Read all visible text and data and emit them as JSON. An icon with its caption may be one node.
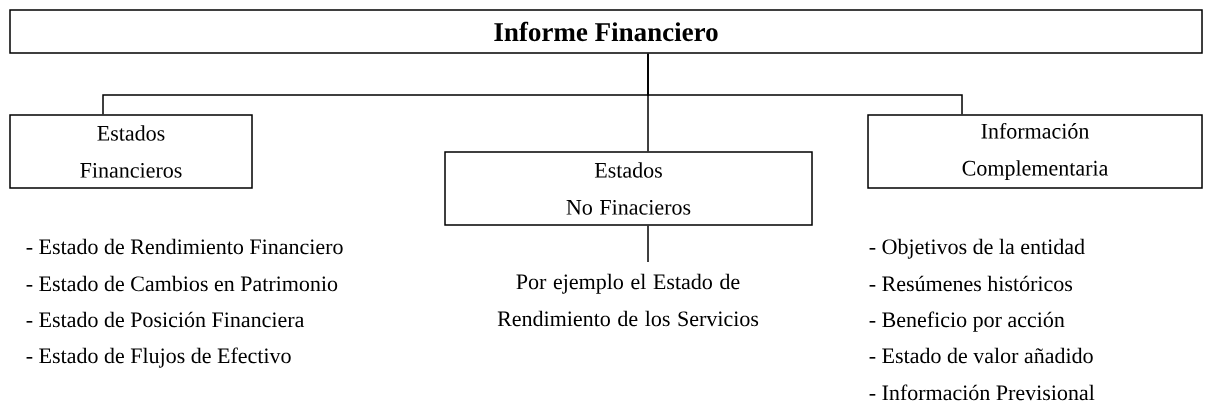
{
  "diagram": {
    "nodes": [
      {
        "text": [
          "Informe Financiero"
        ]
      },
      {
        "text": [
          "Estados Financieros"
        ]
      },
      {
        "text": [
          "Estados No Finacieros"
        ]
      },
      {
        "text": [
          "Información Complementaria"
        ]
      },
      {
        "text": [
          "Por ejemplo el Estado de Rendimiento de los Servicios"
        ]
      }
    ],
    "edges": [
      {
        "from": 0,
        "to": 1,
        "arrow": "none"
      },
      {
        "from": 0,
        "to": 2,
        "arrow": "none"
      },
      {
        "from": 0,
        "to": 3,
        "arrow": "none"
      },
      {
        "from": 2,
        "to": 4,
        "arrow": "none"
      }
    ],
    "labels": [
      "- Estado de Rendimiento Financiero",
      "- Estado de Cambios en Patrimonio",
      "- Estado de Posición Financiera",
      "- Estado de Flujos de Efectivo",
      "- Objetivos de la entidad",
      "- Resúmenes históricos",
      "- Beneficio por acción",
      "- Estado de valor añadido",
      "- Información Previsional"
    ]
  }
}
